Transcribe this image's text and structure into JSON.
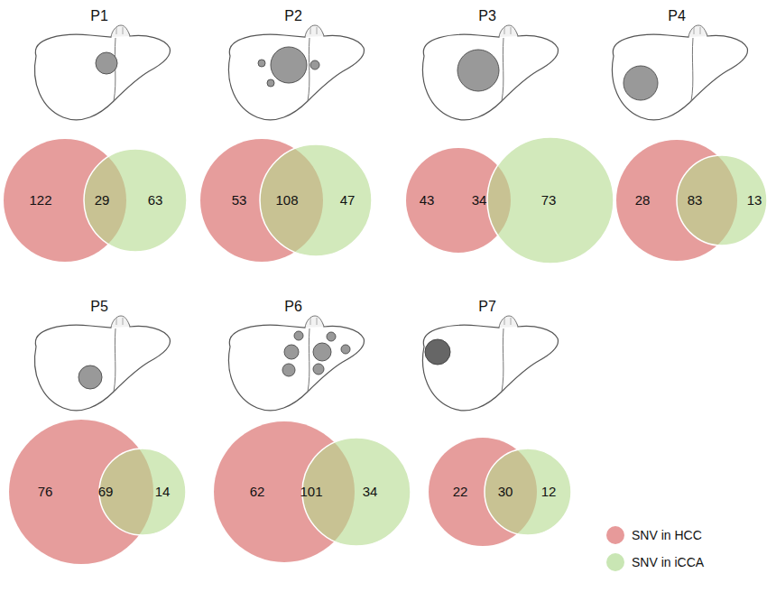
{
  "diagram": {
    "nodes": [
      {
        "text": [
          "122"
        ]
      },
      {
        "text": [
          "63"
        ]
      },
      {
        "text": [
          "53"
        ]
      },
      {
        "text": [
          "47"
        ]
      },
      {
        "text": [
          "43"
        ]
      },
      {
        "text": [
          "73"
        ]
      },
      {
        "text": [
          "28"
        ]
      },
      {
        "text": [
          "13"
        ]
      },
      {
        "text": [
          "76"
        ]
      },
      {
        "text": [
          "14"
        ]
      },
      {
        "text": [
          "62"
        ]
      },
      {
        "text": [
          "34"
        ]
      },
      {
        "text": [
          "22"
        ]
      },
      {
        "text": [
          "12"
        ]
      }
    ],
    "labels": [
      "P1",
      "29",
      "P2",
      "108",
      "P3",
      "34",
      "P4",
      "83",
      "P5",
      "69",
      "P6",
      "101",
      "P7",
      "30"
    ],
    "legend": [
      {
        "text": "SNV in HCC",
        "color": "#e79a9a"
      },
      {
        "text": "SNV in iCCA",
        "color": "#c9e6b4"
      }
    ]
  }
}
